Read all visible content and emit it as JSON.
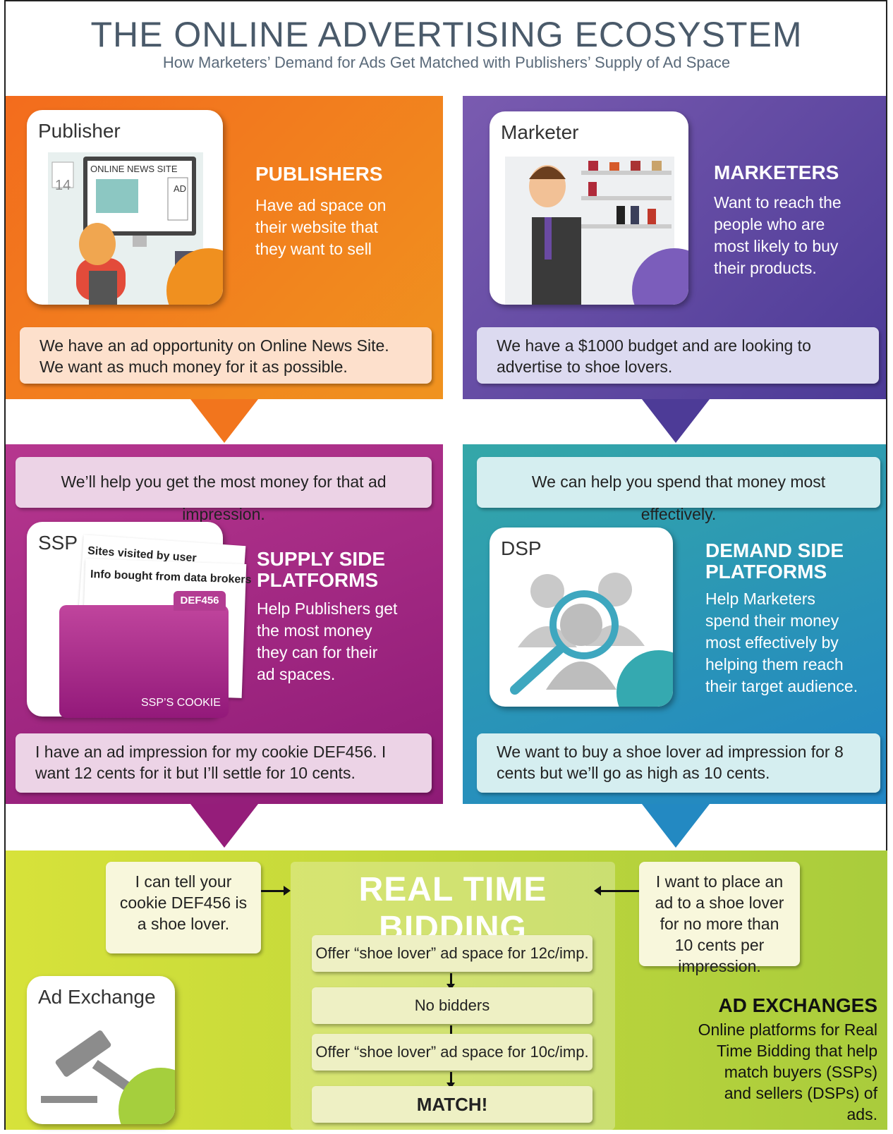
{
  "header": {
    "title": "THE ONLINE ADVERTISING ECOSYSTEM",
    "subtitle": "How Marketers’ Demand for Ads Get Matched with Publishers’ Supply of Ad Space"
  },
  "publishers": {
    "card_label": "Publisher",
    "screen_label": "ONLINE NEWS SITE",
    "calendar_day": "14",
    "ad_label": "AD",
    "heading": "PUBLISHERS",
    "description": "Have ad space on their website that they want to sell",
    "bubble": "We have an ad opportunity on Online News Site. We want as much money for it as possible."
  },
  "marketers": {
    "card_label": "Marketer",
    "heading": "MARKETERS",
    "description": "Want to reach the people who are most likely to buy their products.",
    "bubble": "We have a $1000 budget and are looking to advertise to shoe lovers."
  },
  "ssp": {
    "top_bubble": "We’ll help you get the most money for that ad impression.",
    "card_label": "SSP",
    "paper_1": "Sites visited by user",
    "paper_2": "Info bought from data brokers",
    "cookie_id": "DEF456",
    "cookie_label": "SSP’S COOKIE",
    "heading_line1": "SUPPLY SIDE",
    "heading_line2": "PLATFORMS",
    "description": "Help Publishers get the most money they can for their ad spaces.",
    "bubble": "I have an ad impression for my cookie DEF456. I want 12 cents for it but I’ll settle for 10 cents."
  },
  "dsp": {
    "top_bubble": "We can help you spend that money most effectively.",
    "card_label": "DSP",
    "heading_line1": "DEMAND SIDE",
    "heading_line2": "PLATFORMS",
    "description": "Help Marketers spend their money most effectively by helping them reach their target audience.",
    "bubble": "We want to buy a shoe lover ad impression for 8 cents but we’ll go as high as 10 cents."
  },
  "exchange": {
    "left_bubble": "I can tell your cookie DEF456 is a shoe lover.",
    "right_bubble": "I want to place an ad to a shoe lover for no more than 10 cents per impression.",
    "rtb_title": "REAL TIME BIDDING",
    "steps": [
      "Offer “shoe lover” ad space for 12c/imp.",
      "No bidders",
      "Offer “shoe lover” ad space for 10c/imp.",
      "MATCH!"
    ],
    "card_label": "Ad Exchange",
    "heading": "AD EXCHANGES",
    "description": "Online platforms for Real Time Bidding that help match buyers (SSPs) and sellers (DSPs) of ads."
  },
  "colors": {
    "orange": "#f36c1d",
    "purple": "#4b3a96",
    "magenta": "#8e1a76",
    "teal": "#2185c4",
    "green": "#a9cc3c"
  }
}
